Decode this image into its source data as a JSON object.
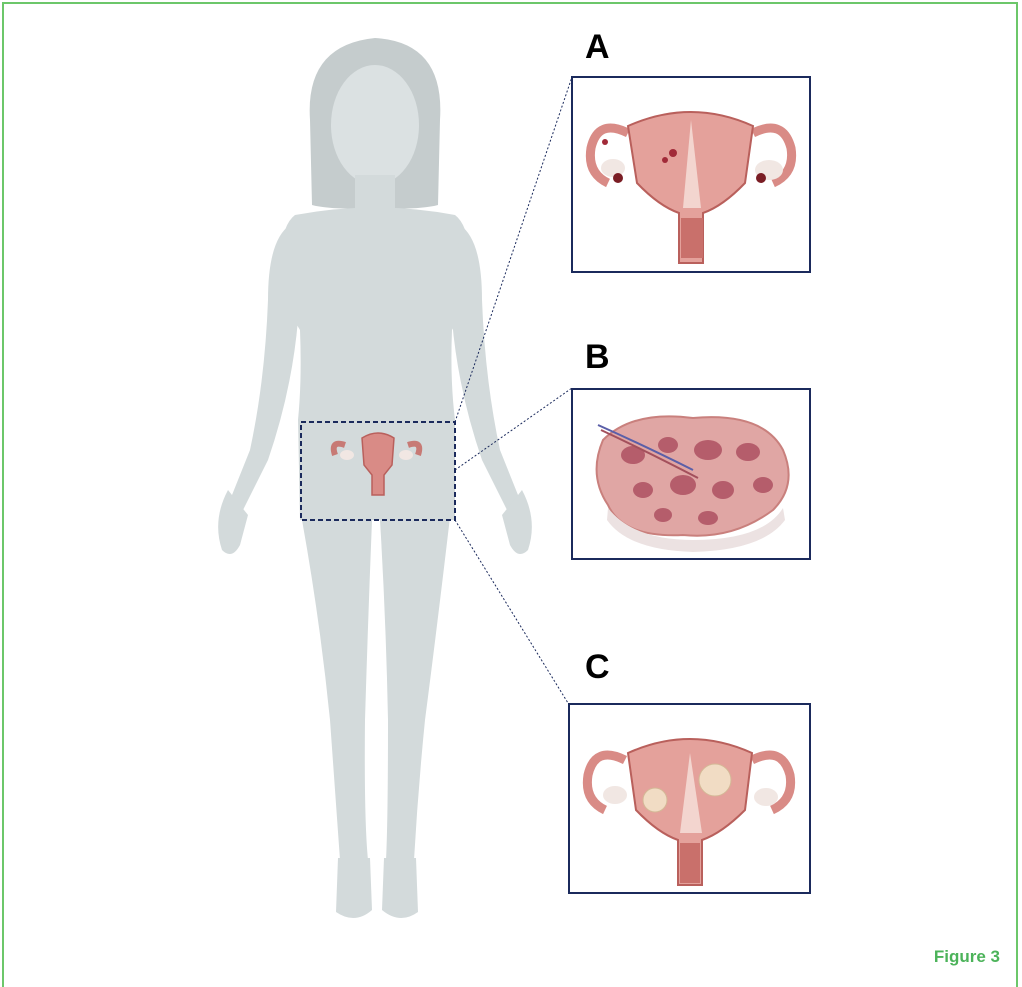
{
  "panels": [
    {
      "letter": "A",
      "icon": "endometriosis-uterus-icon"
    },
    {
      "letter": "B",
      "icon": "polycystic-ovary-icon"
    },
    {
      "letter": "C",
      "icon": "uterine-fibroids-icon"
    }
  ],
  "figure_label": "Figure 3",
  "colors": {
    "frame": "#6cc76a",
    "panel_border": "#1b2a5c",
    "body": "#d3dadb",
    "uterus": "#d98b86",
    "figure_label": "#4cb35a"
  }
}
